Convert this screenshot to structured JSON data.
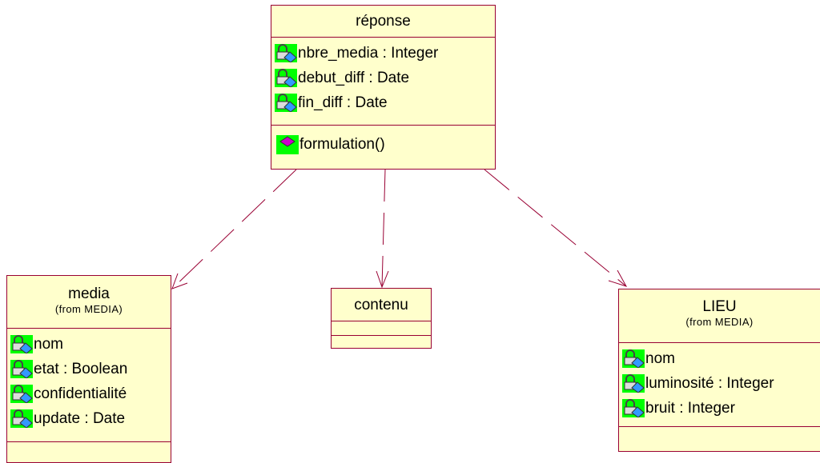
{
  "diagram": {
    "colors": {
      "class_fill": "#ffffcc",
      "class_border": "#990033",
      "edge": "#990033",
      "icon_bg": "#00ff00",
      "attr_icon_accent": "#3399ff",
      "op_icon_accent": "#cc00cc"
    },
    "classes": {
      "reponse": {
        "name": "réponse",
        "attributes": [
          {
            "icon": "lock-attribute-icon",
            "text": "nbre_media : Integer"
          },
          {
            "icon": "lock-attribute-icon",
            "text": "debut_diff : Date"
          },
          {
            "icon": "lock-attribute-icon",
            "text": "fin_diff : Date"
          }
        ],
        "operations": [
          {
            "icon": "public-operation-icon",
            "text": "formulation()"
          }
        ]
      },
      "media": {
        "name": "media",
        "package": "(from MEDIA)",
        "attributes": [
          {
            "icon": "lock-attribute-icon",
            "text": "nom"
          },
          {
            "icon": "lock-attribute-icon",
            "text": "etat : Boolean"
          },
          {
            "icon": "lock-attribute-icon",
            "text": "confidentialité"
          },
          {
            "icon": "lock-attribute-icon",
            "text": "update : Date"
          }
        ]
      },
      "contenu": {
        "name": "contenu"
      },
      "lieu": {
        "name": "LIEU",
        "package": "(from MEDIA)",
        "attributes": [
          {
            "icon": "lock-attribute-icon",
            "text": "nom"
          },
          {
            "icon": "lock-attribute-icon",
            "text": "luminosité : Integer"
          },
          {
            "icon": "lock-attribute-icon",
            "text": "bruit : Integer"
          }
        ]
      }
    },
    "relations": [
      {
        "type": "dependency",
        "from": "réponse",
        "to": "media"
      },
      {
        "type": "dependency",
        "from": "réponse",
        "to": "contenu"
      },
      {
        "type": "dependency",
        "from": "réponse",
        "to": "LIEU"
      }
    ]
  }
}
